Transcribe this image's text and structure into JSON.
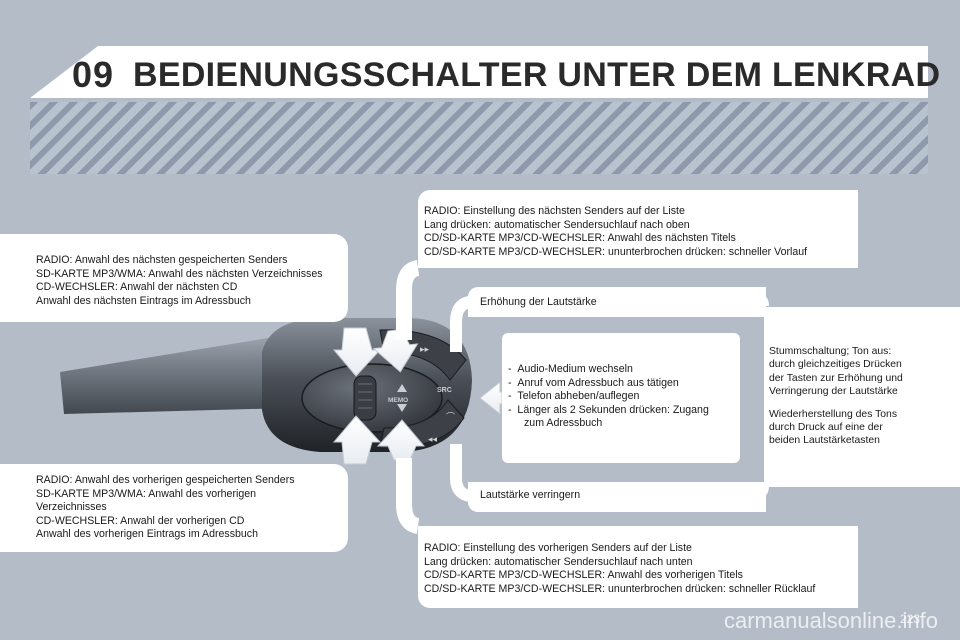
{
  "header": {
    "chapter_number": "09",
    "title": "BEDIENUNGSSCHALTER UNTER DEM LENKRAD"
  },
  "callouts": {
    "left_top": [
      "RADIO: Anwahl des nächsten gespeicherten Senders",
      "SD-KARTE MP3/WMA: Anwahl des nächsten Verzeichnisses",
      "CD-WECHSLER: Anwahl der nächsten CD",
      "Anwahl des nächsten Eintrags im Adressbuch"
    ],
    "left_bottom": [
      "RADIO: Anwahl des vorherigen gespeicherten Senders",
      "SD-KARTE MP3/WMA: Anwahl des vorherigen",
      "Verzeichnisses",
      "CD-WECHSLER: Anwahl der vorherigen CD",
      "Anwahl des vorherigen Eintrags im Adressbuch"
    ],
    "right_top": [
      "RADIO: Einstellung des nächsten Senders auf der Liste",
      "Lang drücken: automatischer Sendersuchlauf nach oben",
      "CD/SD-KARTE MP3/CD-WECHSLER: Anwahl des nächsten Titels",
      "CD/SD-KARTE MP3/CD-WECHSLER: ununterbrochen drücken: schneller Vorlauf"
    ],
    "right_bottom": [
      "RADIO: Einstellung des vorherigen Senders auf der Liste",
      "Lang drücken: automatischer Sendersuchlauf nach unten",
      "CD/SD-KARTE MP3/CD-WECHSLER: Anwahl des vorherigen Titels",
      "CD/SD-KARTE MP3/CD-WECHSLER: ununterbrochen drücken: schneller Rücklauf"
    ],
    "volume_up": "Erhöhung der Lautstärke",
    "volume_down": "Lautstärke verringern",
    "middle_items": [
      "Audio-Medium wechseln",
      "Anruf vom Adressbuch aus tätigen",
      "Telefon abheben/auflegen",
      "Länger als 2 Sekunden drücken: Zugang"
    ],
    "middle_continuation": "zum Adressbuch",
    "mute_para1": [
      "Stummschaltung; Ton aus:",
      "durch gleichzeitiges Drücken",
      "der Tasten zur Erhöhung und",
      "Verringerung der Lautstärke"
    ],
    "mute_para2": [
      "Wiederherstellung des Tons",
      "durch Druck auf eine der",
      "beiden Lautstärketasten"
    ]
  },
  "control": {
    "memo_label": "MEMO",
    "src_label": "SRC"
  },
  "footer": {
    "page_number": "223",
    "watermark": "carmanualsonline.info"
  }
}
